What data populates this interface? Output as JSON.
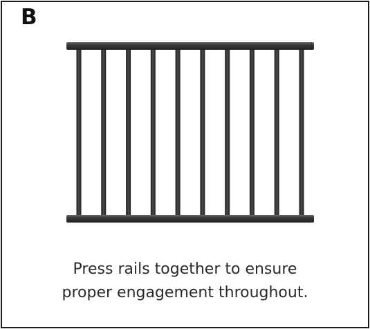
{
  "panel": {
    "step_label": "B",
    "caption_lines": [
      "Press rails together to ensure",
      "proper engagement throughout."
    ]
  },
  "railing": {
    "baluster_count": 10,
    "colors": {
      "rail": "#2f2f2f",
      "rail_highlight": "#5a5a5a",
      "baluster": "#2b2b2b"
    }
  }
}
